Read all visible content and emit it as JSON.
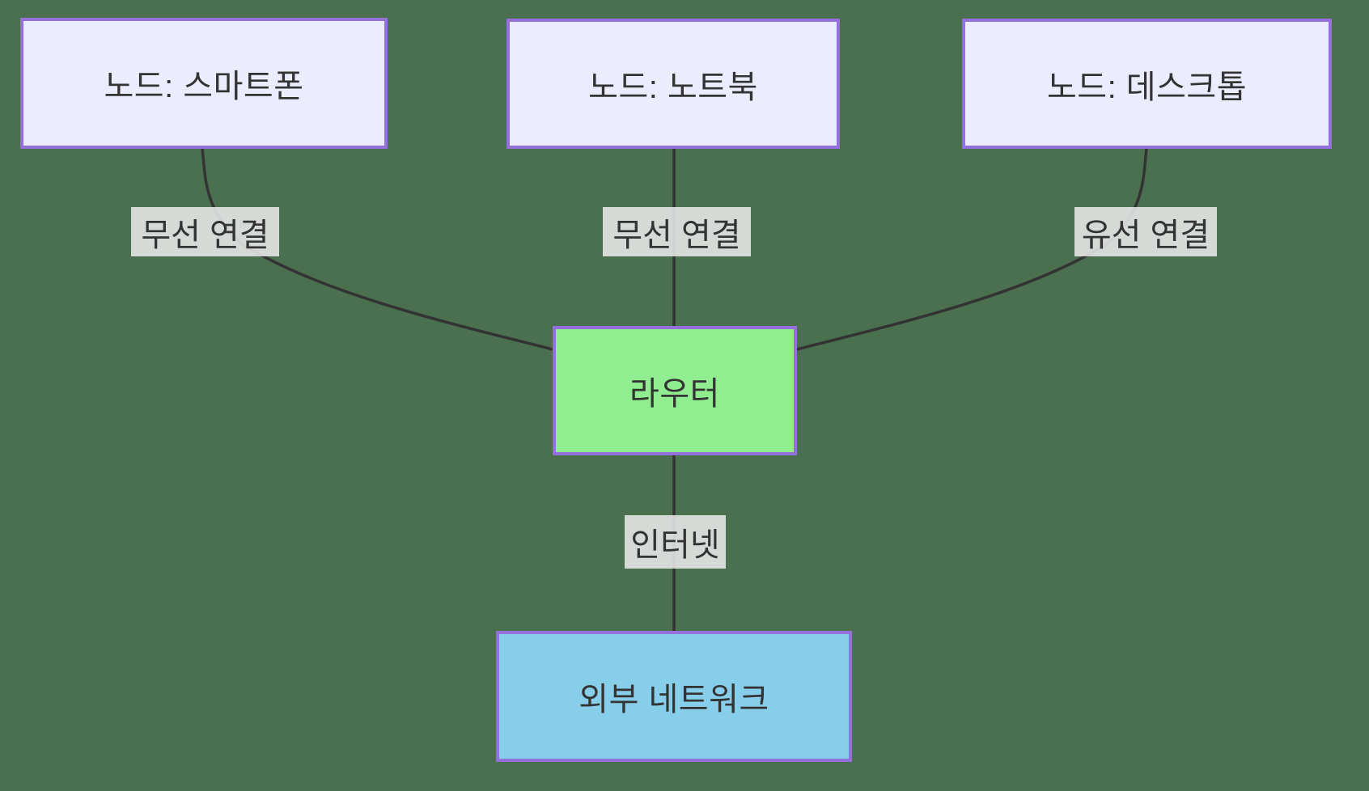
{
  "background_color": "#4A7050",
  "text_color": "#333333",
  "diagram": {
    "type": "flowchart-network",
    "nodes": [
      {
        "id": "smartphone",
        "label": "노드: 스마트폰",
        "fill": "#ECECFF",
        "border_color": "#9370DB"
      },
      {
        "id": "laptop",
        "label": "노드: 노트북",
        "fill": "#ECECFF",
        "border_color": "#9370DB"
      },
      {
        "id": "desktop",
        "label": "노드: 데스크톱",
        "fill": "#ECECFF",
        "border_color": "#9370DB"
      },
      {
        "id": "router",
        "label": "라우터",
        "fill": "#90EE90",
        "border_color": "#9370DB"
      },
      {
        "id": "external_network",
        "label": "외부 네트워크",
        "fill": "#87CEEB",
        "border_color": "#9370DB"
      }
    ],
    "edges": [
      {
        "from": "smartphone",
        "to": "router",
        "label": "무선 연결"
      },
      {
        "from": "laptop",
        "to": "router",
        "label": "무선 연결"
      },
      {
        "from": "desktop",
        "to": "router",
        "label": "유선 연결"
      },
      {
        "from": "router",
        "to": "external_network",
        "label": "인터넷"
      }
    ],
    "edge_color": "#333333",
    "edge_label_bg": "#E8E8E8"
  }
}
